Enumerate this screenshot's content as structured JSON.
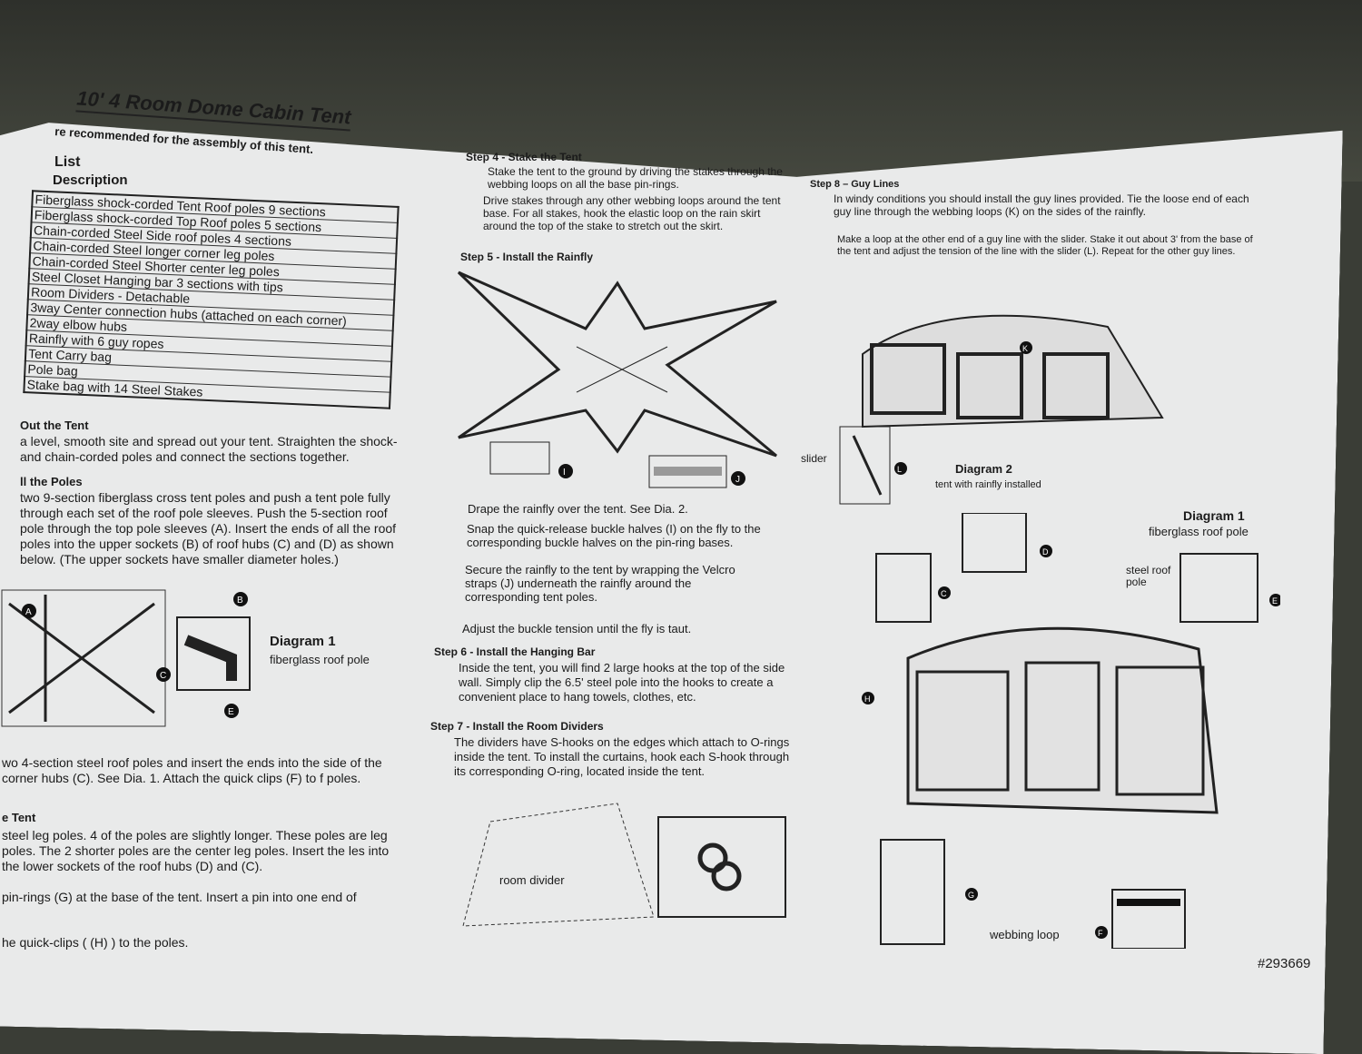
{
  "title": "10' 4 Room Dome Cabin Tent",
  "subtitle": "re recommended for the assembly of this tent.",
  "parts_list": {
    "heading": "List",
    "column": "Description",
    "items": [
      "Fiberglass shock-corded Tent Roof poles 9 sections",
      "Fiberglass shock-corded Top Roof poles 5 sections",
      "Chain-corded Steel Side roof poles 4 sections",
      "Chain-corded Steel longer corner leg poles",
      "Chain-corded Steel Shorter center leg poles",
      "Steel Closet Hanging bar 3 sections with tips",
      "Room Dividers - Detachable",
      "3way Center connection hubs (attached on each corner)",
      "2way elbow hubs",
      "Rainfly with 6 guy ropes",
      "Tent Carry bag",
      "Pole bag",
      "Stake bag with 14 Steel Stakes"
    ]
  },
  "left": {
    "s1_title": "Out the Tent",
    "s1_text": "a level, smooth site and spread out your tent. Straighten the shock- and chain-corded poles and connect the sections together.",
    "s2_title": "ll the Poles",
    "s2_text": "two 9-section fiberglass cross tent poles and push a tent pole fully through each set of the roof pole sleeves. Push the 5-section roof pole through the top pole sleeves (A). Insert the ends of all the roof poles into the upper sockets (B) of roof hubs (C) and (D) as shown below. (The upper sockets have smaller diameter holes.)",
    "diagram1_title": "Diagram 1",
    "diagram1_caption": "fiberglass roof pole",
    "s3_text": "wo 4-section steel roof poles and insert the ends into the side of the corner hubs (C). See Dia. 1. Attach the quick clips (F) to f poles.",
    "s4_title": "e Tent",
    "s4_text": "steel leg poles. 4 of the poles are slightly longer. These poles are leg poles. The 2 shorter poles are the center leg poles. Insert the les into the lower sockets of the roof hubs (D) and (C).",
    "s5_text": "pin-rings (G) at the base of the tent. Insert a pin into one end of",
    "s6_text": "he quick-clips ( (H) ) to the poles."
  },
  "middle": {
    "step4_title": "Step 4 - Stake the Tent",
    "step4_p1": "Stake the tent to the ground by driving the stakes through the webbing loops on all the base pin-rings.",
    "step4_p2": "Drive stakes through any other webbing loops around the tent base. For all stakes, hook the elastic loop on the rain skirt around the top of the stake to stretch out the skirt.",
    "step5_title": "Step 5 - Install the Rainfly",
    "step5_p1": "Drape the rainfly over the tent. See Dia. 2.",
    "step5_p2": "Snap the quick-release buckle halves (I) on the fly to the corresponding buckle halves on the pin-ring bases.",
    "step5_p3": "Secure the rainfly to the tent by wrapping the Velcro straps (J) underneath the rainfly around the corresponding tent poles.",
    "step5_p4": "Adjust the buckle tension until the fly is taut.",
    "step6_title": "Step 6 - Install the Hanging Bar",
    "step6_text": "Inside the tent, you will find 2 large hooks at the top of the side wall. Simply clip the 6.5' steel pole into the hooks to create a convenient place to hang towels, clothes, etc.",
    "step7_title": "Step 7 - Install the Room Dividers",
    "step7_text": "The dividers have S-hooks on the edges which attach to O-rings inside the tent. To install the curtains, hook each S-hook through its corresponding O-ring, located inside the tent.",
    "room_divider_label": "room divider"
  },
  "right": {
    "step8_title": "Step 8 – Guy Lines",
    "step8_p1": "In windy conditions you should install the guy lines provided. Tie the loose end of each guy line through the webbing loops (K) on the sides of the rainfly.",
    "step8_p2": "Make a loop at the other end of a guy line with the slider. Stake it out about 3' from the base of the tent and adjust the tension of the line with the slider (L). Repeat for the other guy lines.",
    "slider_label": "slider",
    "diagram2_title": "Diagram 2",
    "diagram2_caption": "tent with rainfly installed",
    "diagram1_title": "Diagram 1",
    "diagram1_caption": "fiberglass roof pole",
    "steel_roof_pole": "steel roof pole",
    "webbing_loop": "webbing loop",
    "catalog_number": "#293669"
  },
  "markers": [
    "A",
    "B",
    "C",
    "D",
    "E",
    "F",
    "G",
    "H",
    "I",
    "J",
    "K",
    "L"
  ]
}
